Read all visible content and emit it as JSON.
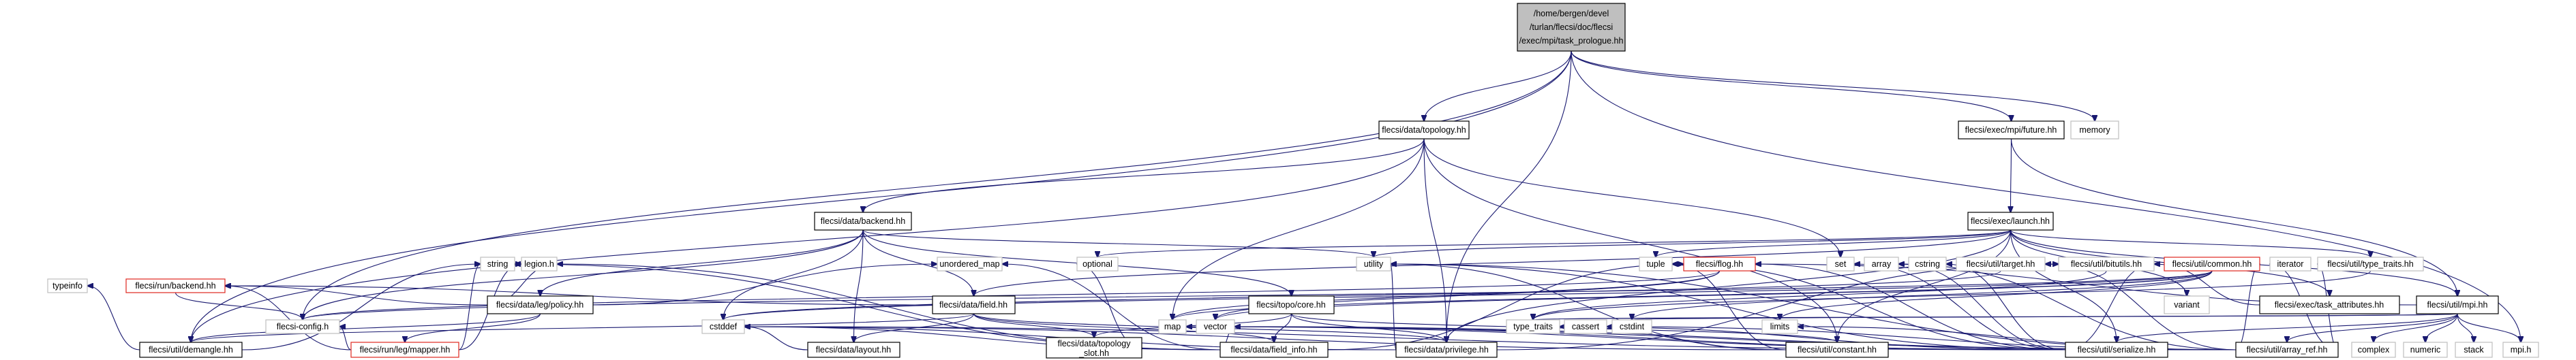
{
  "graph": {
    "root": {
      "label_lines": [
        "/home/bergen/devel",
        "/turlan/flecsi/doc/flecsi",
        "/exec/mpi/task_prologue.hh"
      ]
    },
    "node_labels": {
      "topology": "flecsi/data/topology.hh",
      "future": "flecsi/exec/mpi/future.hh",
      "memory": "memory",
      "backend": "flecsi/data/backend.hh",
      "launch": "flecsi/exec/launch.hh",
      "policy": "flecsi/data/leg/policy.hh",
      "field": "flecsi/data/field.hh",
      "topocore": "flecsi/topo/core.hh",
      "variant": "variant",
      "taskattr": "flecsi/exec/task_attributes.hh",
      "mpihh": "flecsi/util/mpi.hh",
      "mapper": "flecsi/run/leg/mapper.hh",
      "demangle": "flecsi/util/demangle.hh",
      "layout": "flecsi/data/layout.hh",
      "topslot1": "flecsi/data/topology",
      "topslot2": "_slot.hh",
      "fieldinfo": "flecsi/data/field_info.hh",
      "privilege": "flecsi/data/privilege.hh",
      "constant": "flecsi/util/constant.hh",
      "serialize": "flecsi/util/serialize.hh",
      "arrayref": "flecsi/util/array_ref.hh",
      "complex": "complex",
      "numeric": "numeric",
      "stack": "stack",
      "mpih": "mpi.h",
      "typeinfo": "typeinfo",
      "runbackend": "flecsi/run/backend.hh",
      "string": "string",
      "legion": "legion.h",
      "unordered": "unordered_map",
      "optional": "optional",
      "utility": "utility",
      "tuple": "tuple",
      "flog": "flecsi/flog.hh",
      "set": "set",
      "array": "array",
      "cstring": "cstring",
      "target": "flecsi/util/target.hh",
      "bitutils": "flecsi/util/bitutils.hh",
      "common": "flecsi/util/common.hh",
      "iterator": "iterator",
      "typetraitshh": "flecsi/util/type_traits.hh",
      "config": "flecsi-config.h",
      "cstddef": "cstddef",
      "map": "map",
      "vector": "vector",
      "limits": "limits",
      "cassert": "cassert",
      "type_traits": "type_traits",
      "cstdint": "cstdint"
    }
  }
}
